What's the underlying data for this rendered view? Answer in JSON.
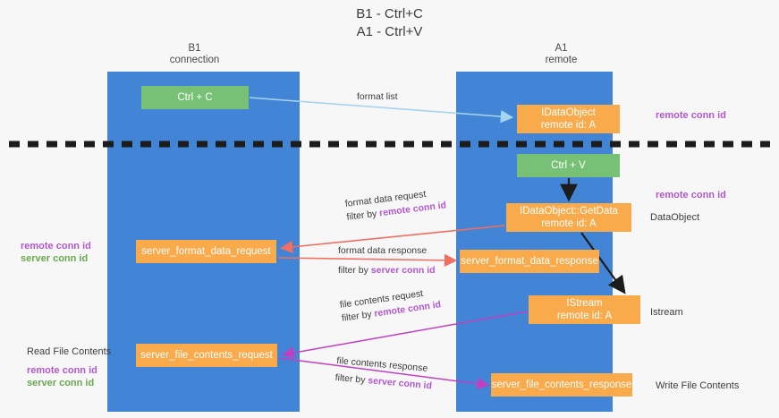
{
  "title": {
    "line1": "B1 - Ctrl+C",
    "line2": "A1 - Ctrl+V"
  },
  "columns": [
    {
      "name": "B1",
      "sub": "connection"
    },
    {
      "name": "A1",
      "sub": "remote"
    }
  ],
  "headers": {
    "b1_name": "B1",
    "b1_sub": "connection",
    "a1_name": "A1",
    "a1_sub": "remote"
  },
  "boxes": {
    "ctrl_c": "Ctrl + C",
    "idataobject_l1": "IDataObject",
    "idataobject_l2": "remote id: A",
    "ctrl_v": "Ctrl + V",
    "getdata_l1": "IDataObject::GetData",
    "getdata_l2": "remote id: A",
    "server_format_data_request": "server_format_data_request",
    "server_format_data_response": "server_format_data_response",
    "istream_l1": "IStream",
    "istream_l2": "remote id: A",
    "server_file_contents_request": "server_file_contents_request",
    "server_file_contents_response": "server_file_contents_response"
  },
  "annotations": {
    "remote_conn_id_top": "remote conn id",
    "remote_conn_id_mid": "remote conn id",
    "dataobject": "DataObject",
    "istream": "Istream",
    "write_file_contents": "Write File Contents",
    "read_file_contents": "Read File Contents",
    "left_remote_conn_id_1": "remote conn id",
    "left_server_conn_id_1": "server conn id",
    "left_remote_conn_id_2": "remote conn id",
    "left_server_conn_id_2": "server conn id"
  },
  "edges": {
    "format_list": "format list",
    "format_data_request": "format data request",
    "format_data_request_filter_prefix": "filter by ",
    "format_data_request_filter_key": "remote conn id",
    "format_data_response": "format data response",
    "format_data_response_filter_prefix": "filter by ",
    "format_data_response_filter_key": "server conn id",
    "file_contents_request": "file contents request",
    "file_contents_request_filter_prefix": "filter by ",
    "file_contents_request_filter_key": "remote conn id",
    "file_contents_response": "file contents response",
    "file_contents_response_filter_prefix": "filter by ",
    "file_contents_response_filter_key": "server conn id"
  },
  "colors": {
    "lane": "#4285d6",
    "box_green": "#76c176",
    "box_orange": "#f9aa4b",
    "purple": "#b158cf",
    "green_text": "#6aa84f",
    "arrow_lightblue": "#a6d3ef",
    "arrow_red": "#ef6f61",
    "arrow_magenta": "#c140c1",
    "arrow_black": "#1c1c1c",
    "background": "#f7f7f7"
  }
}
